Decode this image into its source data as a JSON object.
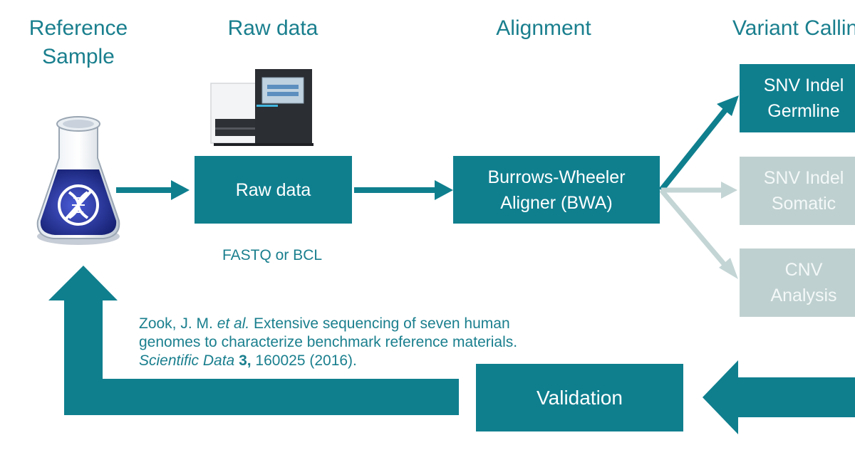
{
  "headers": {
    "reference_sample": [
      "Reference",
      "Sample"
    ],
    "raw_data": "Raw data",
    "alignment": "Alignment",
    "variant_calling": "Variant Callin"
  },
  "boxes": {
    "raw_data": "Raw data",
    "bwa": [
      "Burrows-Wheeler",
      "Aligner (BWA)"
    ],
    "snv_germline": [
      "SNV Indel",
      "Germline"
    ],
    "snv_somatic": [
      "SNV Indel",
      "Somatic"
    ],
    "cnv": [
      "CNV",
      "Analysis"
    ],
    "validation": "Validation"
  },
  "labels": {
    "format": "FASTQ or BCL"
  },
  "citation": {
    "authors": "Zook, J. M. ",
    "etal": "et al.",
    "title_1": " Extensive sequencing of seven human",
    "title_2": "genomes to characterize benchmark reference materials.",
    "journal": "Scientific Data",
    "volume": "3,",
    "rest": " 160025 (2016)."
  },
  "colors": {
    "teal": "#0f7f8e",
    "header_teal": "#1a7f8e",
    "inactive": "#bfd0d0"
  },
  "icons": {
    "flask": "flask-dna-icon",
    "sequencer": "sequencer-machine-icon"
  }
}
